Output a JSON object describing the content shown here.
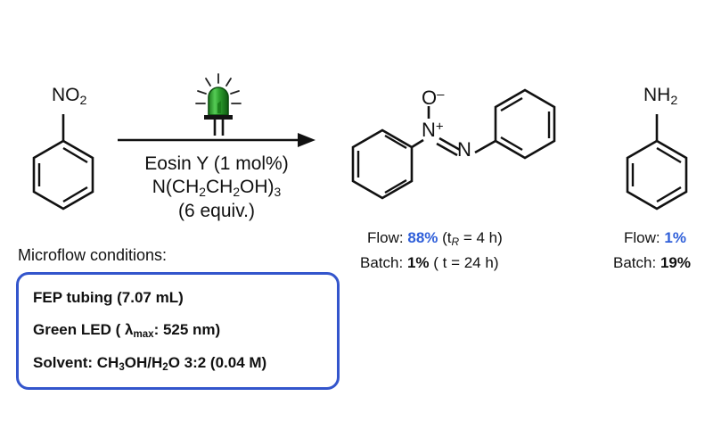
{
  "scheme": {
    "title": "photochemical microflow nitrobenzene reduction scheme",
    "accent_blue": "#2f5fd9",
    "box_border_blue": "#3355cc",
    "led_green": "#28a428"
  },
  "reactant": {
    "name": "nitrobenzene",
    "label_main": "NO",
    "label_sub": "2",
    "icon": "benzene-ring"
  },
  "arrow": {
    "name": "reaction-arrow",
    "light_icon": "green-led-icon",
    "reagents": [
      {
        "text": "Eosin Y (1 mol%)"
      },
      {
        "text": "N(CH",
        "sub1": "2",
        "mid": "CH",
        "sub2": "2",
        "tail": "OH)",
        "sub3": "3"
      },
      {
        "text": "(6 equiv.)"
      }
    ],
    "reagent_plain": [
      "Eosin Y (1 mol%)",
      "N(CH2CH2OH)3",
      "(6 equiv.)"
    ]
  },
  "products": [
    {
      "name": "azoxybenzene",
      "atoms": {
        "oxygen": "O",
        "oxygen_charge": "–",
        "nitrogen_plus": "N",
        "nitrogen_plus_charge": "+",
        "nitrogen": "N"
      },
      "results": {
        "flow_label": "Flow:",
        "flow_value": "88%",
        "flow_note_pre": "(t",
        "flow_note_sub": "R",
        "flow_note_post": " = 4 h)",
        "batch_label": "Batch:",
        "batch_value": "1%",
        "batch_note": "( t = 24 h)"
      }
    },
    {
      "name": "aniline",
      "label_main": "NH",
      "label_sub": "2",
      "results": {
        "flow_label": "Flow:",
        "flow_value": "1%",
        "batch_label": "Batch:",
        "batch_value": "19%"
      }
    }
  ],
  "conditions": {
    "title": "Microflow conditions:",
    "items": [
      {
        "text": "FEP tubing (7.07 mL)"
      },
      {
        "text": "Green LED ( λmax: 525 nm)"
      },
      {
        "text": "Solvent: CH3OH/H2O 3:2 (0.04 M)"
      }
    ]
  }
}
